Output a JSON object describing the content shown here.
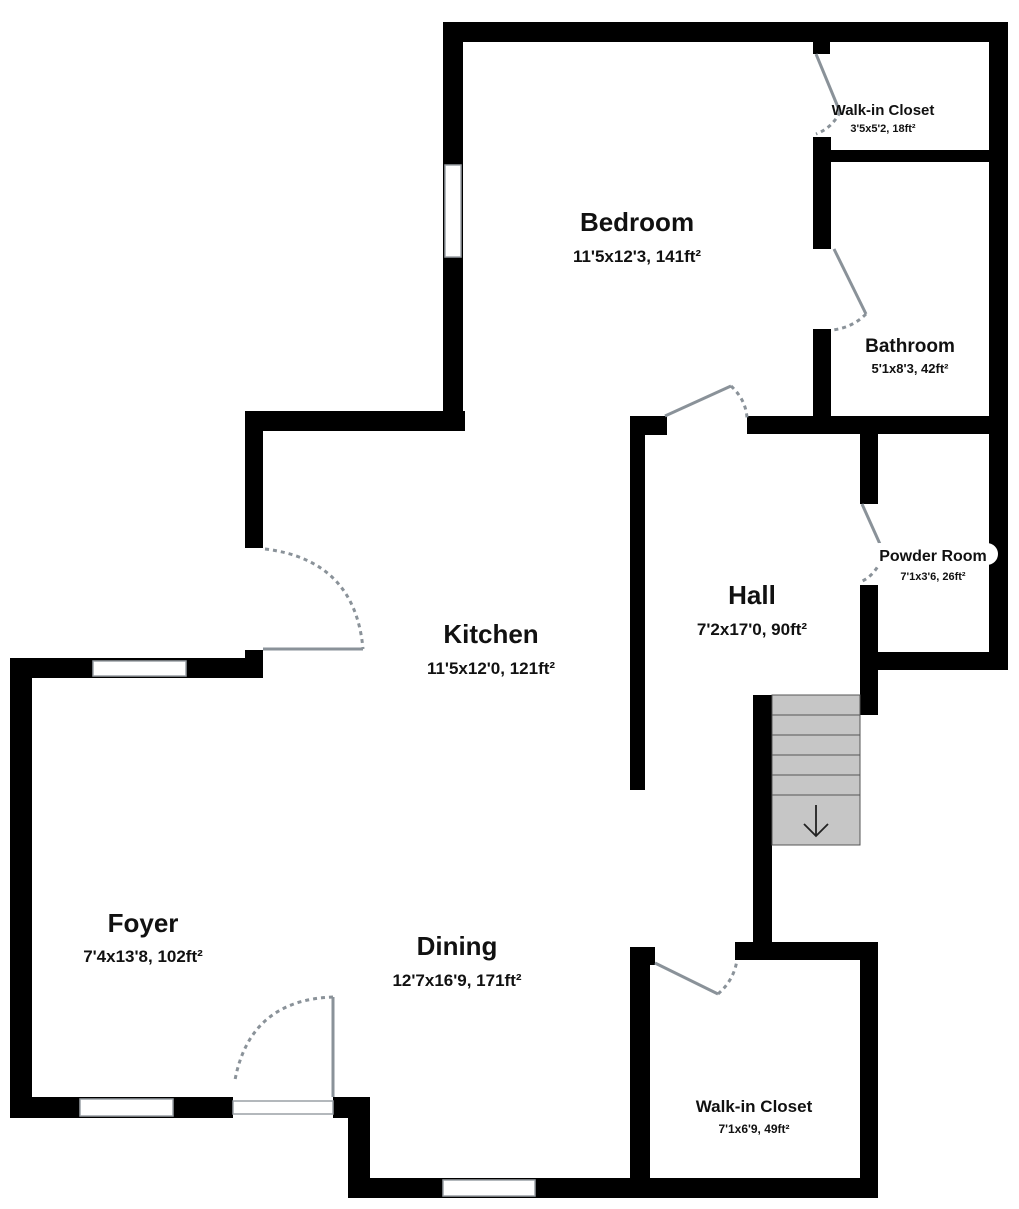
{
  "rooms": {
    "bedroom": {
      "name": "Bedroom",
      "dims": "11'5x12'3, 141ft²"
    },
    "walkin_closet_upper": {
      "name": "Walk-in Closet",
      "dims": "3'5x5'2, 18ft²"
    },
    "bathroom": {
      "name": "Bathroom",
      "dims": "5'1x8'3, 42ft²"
    },
    "powder_room": {
      "name": "Powder Room",
      "dims": "7'1x3'6, 26ft²"
    },
    "hall": {
      "name": "Hall",
      "dims": "7'2x17'0, 90ft²"
    },
    "kitchen": {
      "name": "Kitchen",
      "dims": "11'5x12'0, 121ft²"
    },
    "foyer": {
      "name": "Foyer",
      "dims": "7'4x13'8, 102ft²"
    },
    "dining": {
      "name": "Dining",
      "dims": "12'7x16'9, 171ft²"
    },
    "walkin_closet_lower": {
      "name": "Walk-in Closet",
      "dims": "7'1x6'9, 49ft²"
    }
  },
  "colors": {
    "wall": "#000000",
    "door": "#8a9299",
    "stairs": "#c6c6c6",
    "background": "#ffffff"
  },
  "icons": [
    "down-arrow-icon"
  ]
}
